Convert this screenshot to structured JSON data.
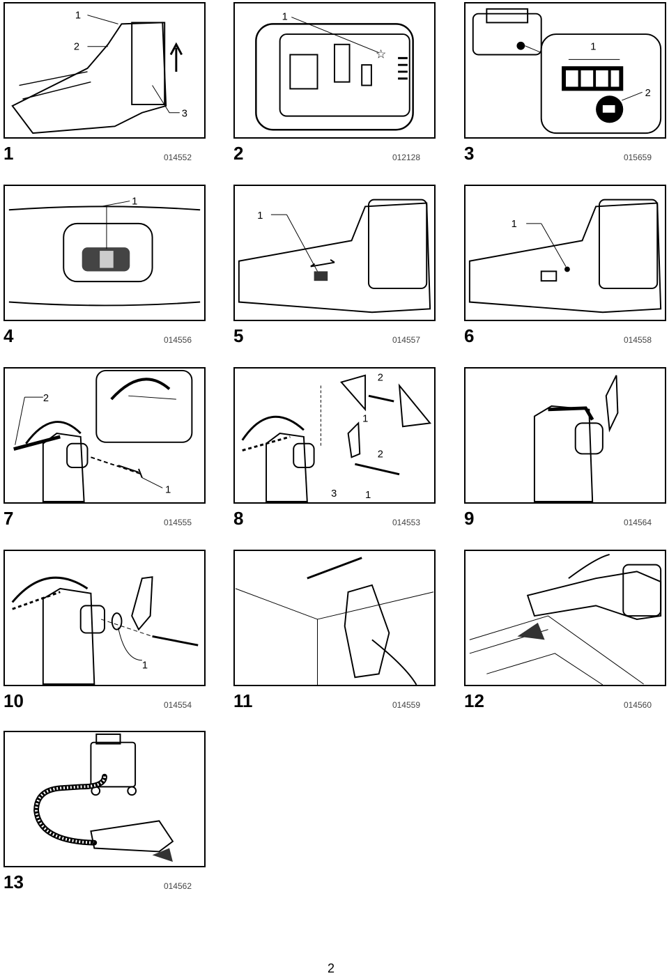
{
  "figures": [
    {
      "number": "1",
      "code": "014552",
      "callouts": [
        "1",
        "2",
        "3"
      ]
    },
    {
      "number": "2",
      "code": "012128",
      "callouts": [
        "1"
      ]
    },
    {
      "number": "3",
      "code": "015659",
      "callouts": [
        "1",
        "2"
      ]
    },
    {
      "number": "4",
      "code": "014556",
      "callouts": [
        "1"
      ]
    },
    {
      "number": "5",
      "code": "014557",
      "callouts": [
        "1"
      ]
    },
    {
      "number": "6",
      "code": "014558",
      "callouts": [
        "1"
      ]
    },
    {
      "number": "7",
      "code": "014555",
      "callouts": [
        "2",
        "1"
      ]
    },
    {
      "number": "8",
      "code": "014553",
      "callouts": [
        "2",
        "1",
        "2",
        "3",
        "1"
      ]
    },
    {
      "number": "9",
      "code": "014564",
      "callouts": []
    },
    {
      "number": "10",
      "code": "014554",
      "callouts": [
        "1"
      ]
    },
    {
      "number": "11",
      "code": "014559",
      "callouts": []
    },
    {
      "number": "12",
      "code": "014560",
      "callouts": []
    },
    {
      "number": "13",
      "code": "014562",
      "callouts": []
    }
  ],
  "page_number": "2"
}
